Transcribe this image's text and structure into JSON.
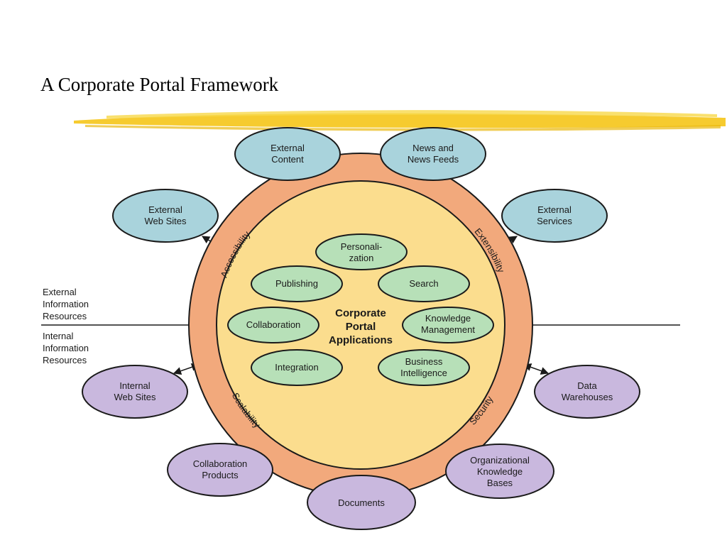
{
  "slide": {
    "title": "A Corporate Portal Framework"
  },
  "colors": {
    "highlight": "#f5c518",
    "outer_ring": "#f2a97c",
    "inner_disc": "#fbdd8e",
    "external_node": "#a9d3dc",
    "internal_node": "#c9b8de",
    "app_node": "#b7e0b8",
    "stroke": "#1a1a1a"
  },
  "boundary": {
    "external_label": [
      "External",
      "Information",
      "Resources"
    ],
    "internal_label": [
      "Internal",
      "Information",
      "Resources"
    ]
  },
  "center": {
    "title_lines": [
      "Corporate",
      "Portal",
      "Applications"
    ]
  },
  "ring_labels": {
    "accessibility": "Accessibility",
    "extensibility": "Extensibility",
    "scalability": "Scalability",
    "security": "Security"
  },
  "applications": [
    {
      "id": "personalization",
      "lines": [
        "Personali-",
        "zation"
      ]
    },
    {
      "id": "publishing",
      "lines": [
        "Publishing"
      ]
    },
    {
      "id": "search",
      "lines": [
        "Search"
      ]
    },
    {
      "id": "collaboration",
      "lines": [
        "Collaboration"
      ]
    },
    {
      "id": "knowledge-management",
      "lines": [
        "Knowledge",
        "Management"
      ]
    },
    {
      "id": "integration",
      "lines": [
        "Integration"
      ]
    },
    {
      "id": "business-intelligence",
      "lines": [
        "Business",
        "Intelligence"
      ]
    }
  ],
  "external_resources": [
    {
      "id": "external-content",
      "lines": [
        "External",
        "Content"
      ]
    },
    {
      "id": "news-feeds",
      "lines": [
        "News and",
        "News Feeds"
      ]
    },
    {
      "id": "external-web-sites",
      "lines": [
        "External",
        "Web Sites"
      ]
    },
    {
      "id": "external-services",
      "lines": [
        "External",
        "Services"
      ]
    }
  ],
  "internal_resources": [
    {
      "id": "internal-web-sites",
      "lines": [
        "Internal",
        "Web Sites"
      ]
    },
    {
      "id": "data-warehouses",
      "lines": [
        "Data",
        "Warehouses"
      ]
    },
    {
      "id": "collaboration-products",
      "lines": [
        "Collaboration",
        "Products"
      ]
    },
    {
      "id": "organizational-knowledge-bases",
      "lines": [
        "Organizational",
        "Knowledge",
        "Bases"
      ]
    },
    {
      "id": "documents",
      "lines": [
        "Documents"
      ]
    }
  ]
}
